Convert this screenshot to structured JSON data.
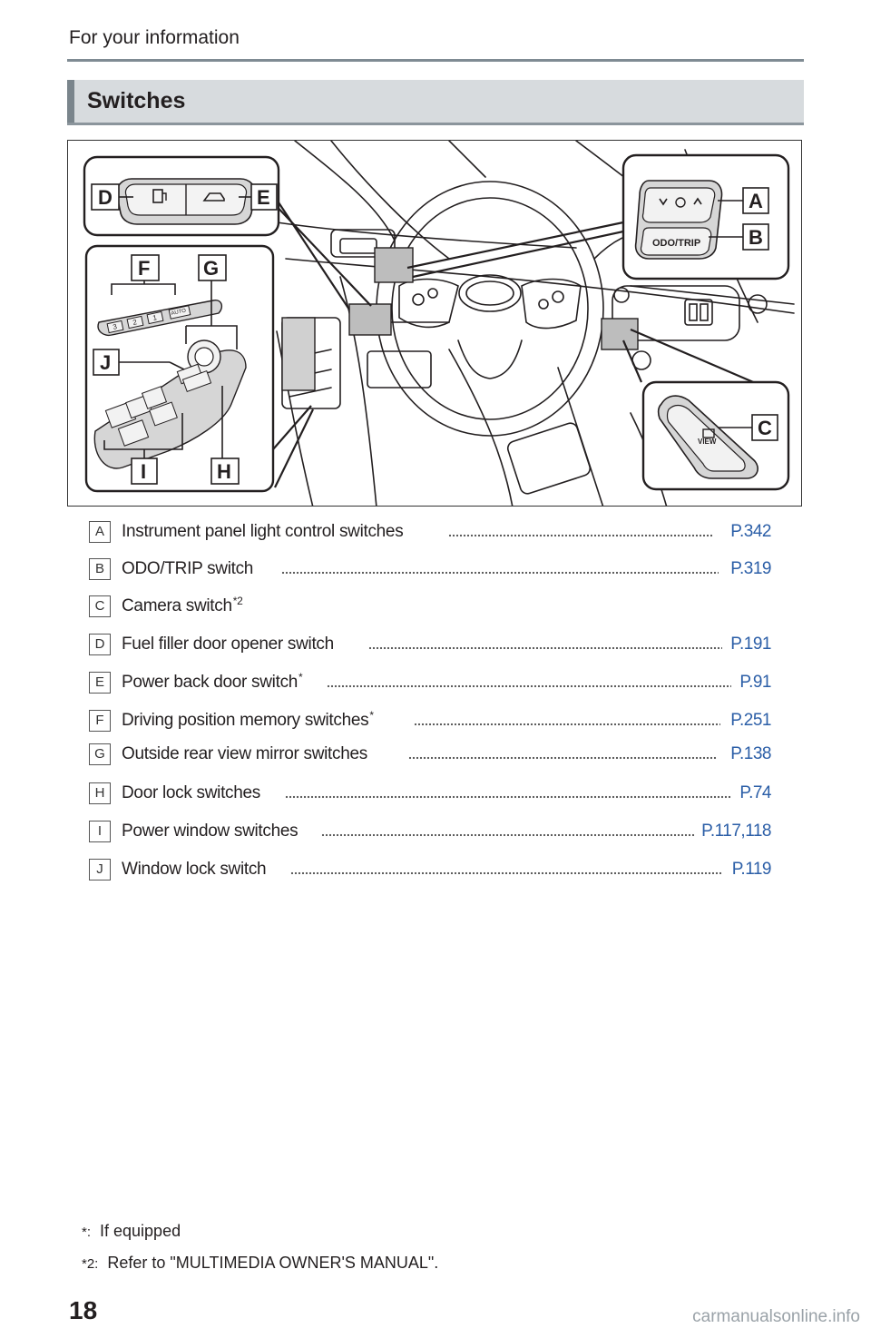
{
  "header": {
    "title": "For your information"
  },
  "section": {
    "title": "Switches"
  },
  "figure": {
    "callouts": [
      "A",
      "B",
      "C",
      "D",
      "E",
      "F",
      "G",
      "H",
      "I",
      "J"
    ],
    "switch_labels": {
      "odo_trip": "ODO/TRIP",
      "view": "VIEW",
      "auto": "AUTO"
    },
    "seat_memory_buttons": [
      "3",
      "2",
      "1"
    ]
  },
  "items": [
    {
      "letter": "A",
      "label": "Instrument panel light control switches",
      "mark": "",
      "page": "P.342"
    },
    {
      "letter": "B",
      "label": "ODO/TRIP switch",
      "mark": "",
      "page": "P.319"
    },
    {
      "letter": "C",
      "label": "Camera switch",
      "mark": "*2",
      "page": ""
    },
    {
      "letter": "D",
      "label": "Fuel filler door opener switch",
      "mark": "",
      "page": "P.191"
    },
    {
      "letter": "E",
      "label": "Power back door switch",
      "mark": "*",
      "page": "P.91"
    },
    {
      "letter": "F",
      "label": "Driving position memory switches",
      "mark": "*",
      "page": "P.251"
    },
    {
      "letter": "G",
      "label": "Outside rear view mirror switches",
      "mark": "",
      "page": "P.138"
    },
    {
      "letter": "H",
      "label": "Door lock switches",
      "mark": "",
      "page": "P.74"
    },
    {
      "letter": "I",
      "label": "Power window switches",
      "mark": "",
      "page": "P.117,118"
    },
    {
      "letter": "J",
      "label": "Window lock switch",
      "mark": "",
      "page": "P.119"
    }
  ],
  "footnotes": [
    {
      "mark": "*:",
      "text": "If equipped"
    },
    {
      "mark": "*2:",
      "text": "Refer to \"MULTIMEDIA OWNER'S MANUAL\"."
    }
  ],
  "page_number": "18",
  "watermark": "carmanualsonline.info",
  "colors": {
    "link": "#2b5ea7",
    "section_bar": "#d7dbde",
    "rule": "#7f8b93"
  }
}
